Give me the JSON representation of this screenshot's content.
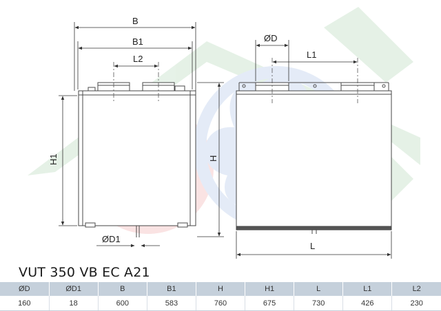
{
  "labels": {
    "B": "B",
    "B1": "B1",
    "L2": "L2",
    "H": "H",
    "H1": "H1",
    "D1": "ØD1",
    "D": "ØD",
    "L1": "L1",
    "L": "L"
  },
  "model_title": "VUT 350 VB EC A21",
  "table": {
    "headers": [
      "ØD",
      "ØD1",
      "B",
      "B1",
      "H",
      "H1",
      "L",
      "L1",
      "L2"
    ],
    "values": [
      "160",
      "18",
      "600",
      "583",
      "760",
      "675",
      "730",
      "426",
      "230"
    ]
  },
  "colors": {
    "line": "#4a4a4a",
    "header_bg": "#c5d0db",
    "watermark_green": "#3d9c4a",
    "watermark_red": "#e03030",
    "watermark_blue": "#3a6fc4"
  }
}
